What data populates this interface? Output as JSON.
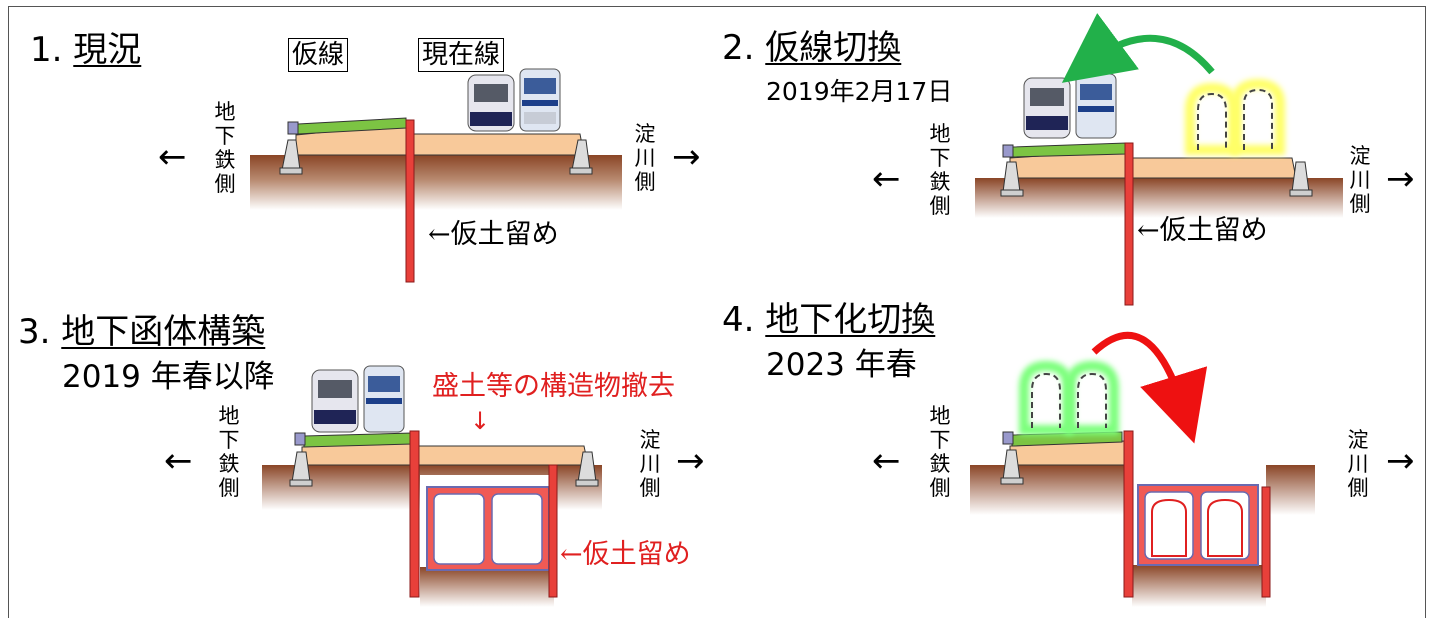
{
  "panels": [
    {
      "number": "1.",
      "title": "現況"
    },
    {
      "number": "2.",
      "title": "仮線切換",
      "date": "2019年2月17日"
    },
    {
      "number": "3.",
      "title": "地下函体構築",
      "date": "2019 年春以降"
    },
    {
      "number": "4.",
      "title": "地下化切換",
      "date": "2023 年春"
    }
  ],
  "labels": {
    "temporary_line": "仮線",
    "current_line": "現在線",
    "left_direction": [
      "地",
      "下",
      "鉄",
      "側"
    ],
    "right_direction": [
      "淀",
      "川",
      "側"
    ],
    "left_arrow": "←",
    "right_arrow": "→",
    "temporary_retaining": "←仮土留め",
    "removal_note": "盛土等の構造物撤去",
    "down_arrow": "↓"
  },
  "colors": {
    "embankment": "#f8c99a",
    "ground_top": "#8b4a2a",
    "retaining_wall": "#e8403a",
    "temporary_deck": "#7cc443",
    "box_culvert": "#f05a55",
    "green_arrow": "#22b04a",
    "red_arrow": "#ee1111",
    "removal_text": "#e02020"
  }
}
